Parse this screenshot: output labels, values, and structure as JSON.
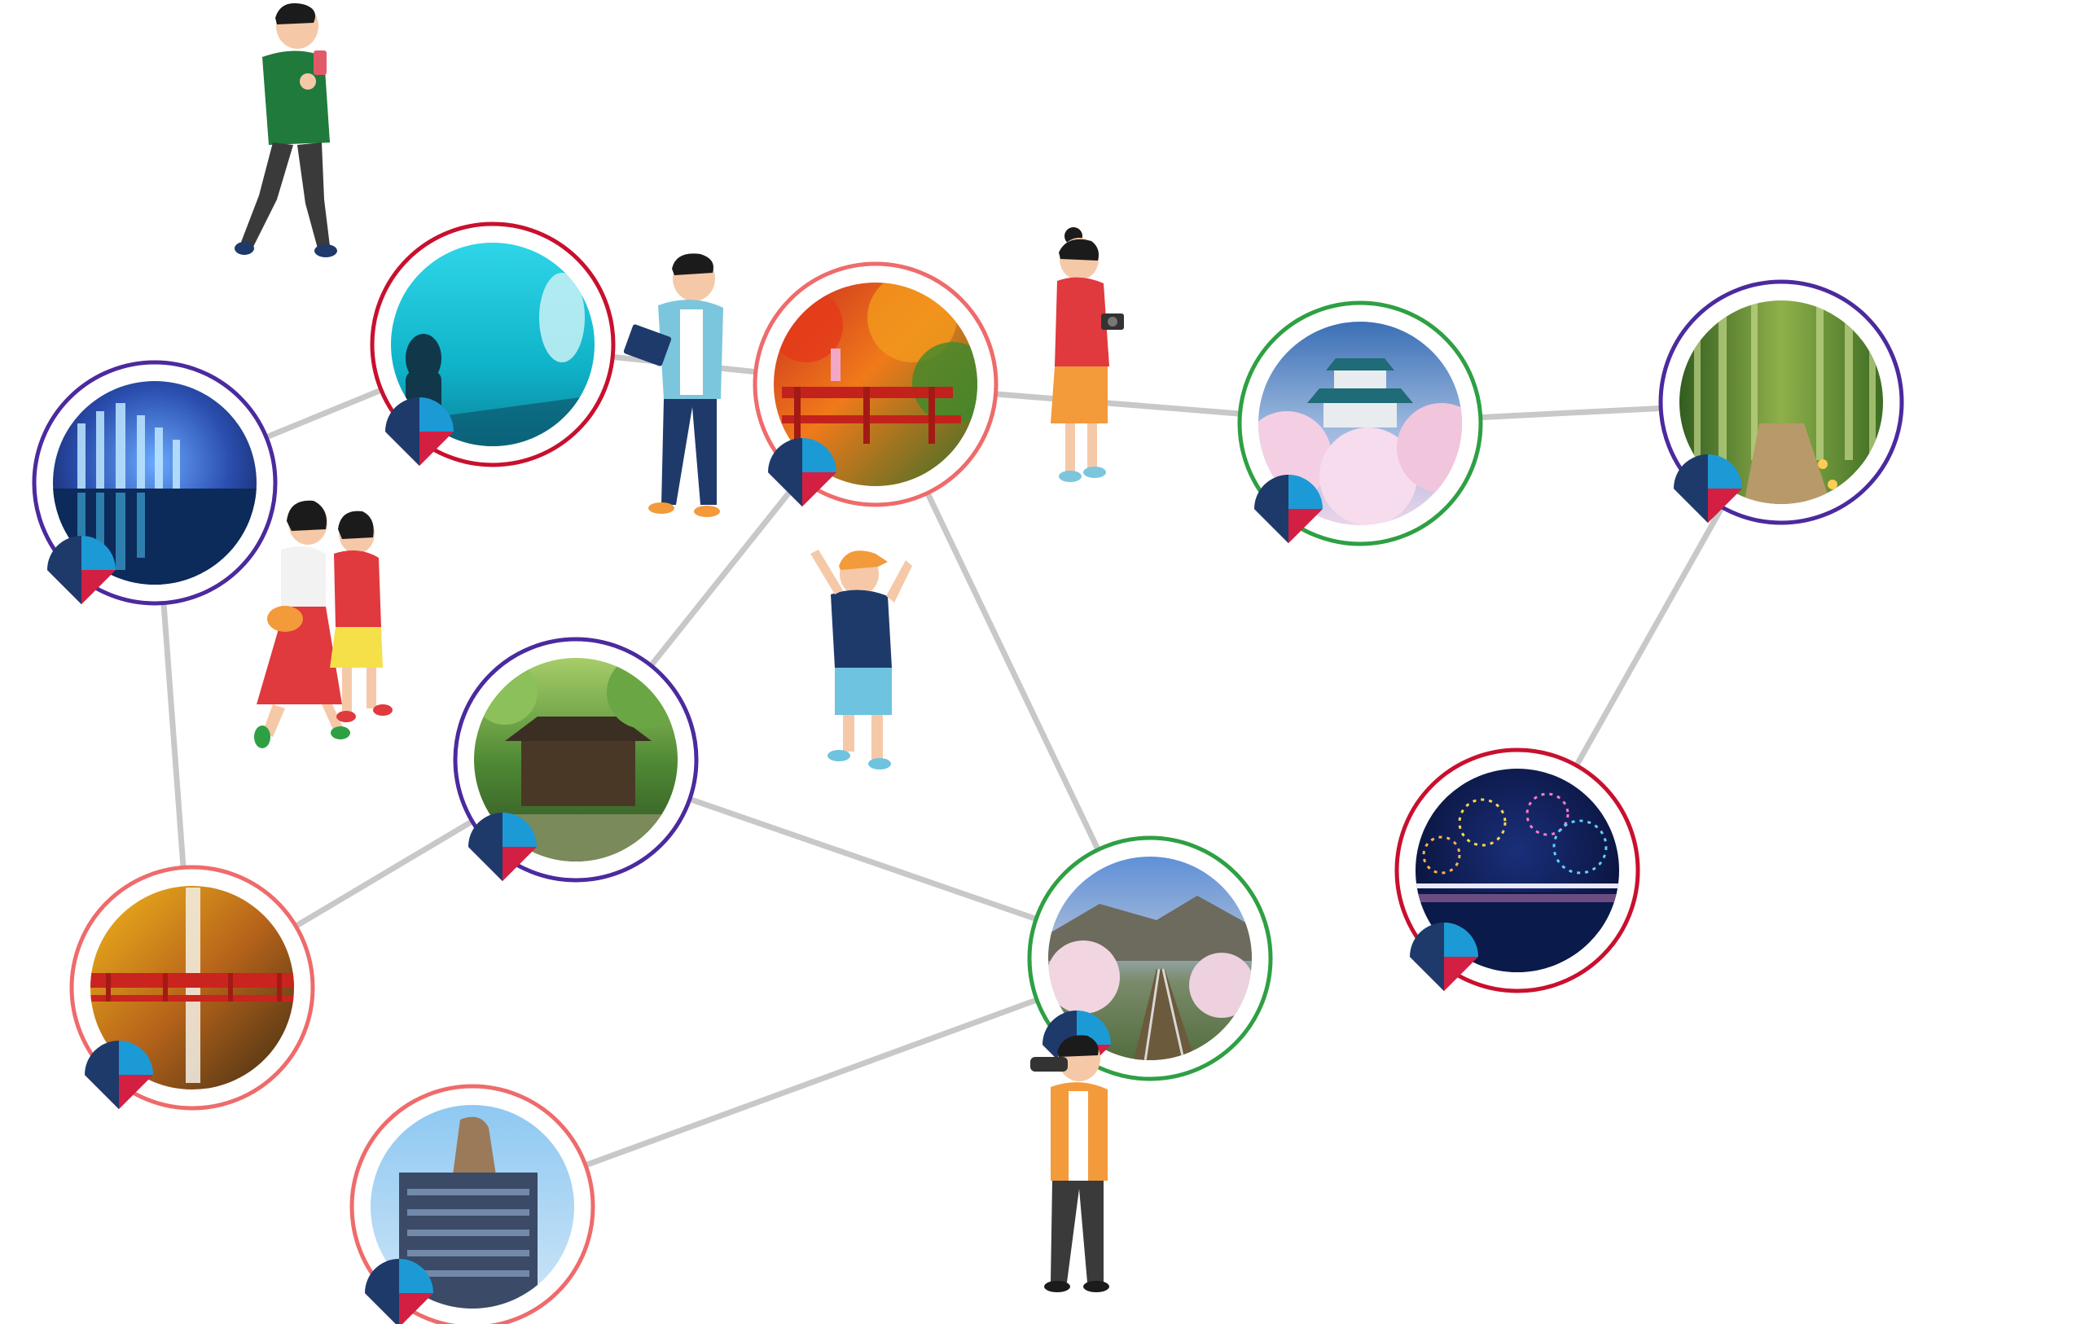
{
  "scene": {
    "type": "travel-network-illustration",
    "link_color": "#c8c8c8",
    "pin_colors": {
      "top": "#1c9ad6",
      "left": "#1e3a6b",
      "right": "#d31f42"
    },
    "ring_colors": {
      "purple": "#4b2a9e",
      "red": "#c8102e",
      "salmon": "#ef6b6b",
      "green": "#2ea043"
    }
  },
  "spots": [
    {
      "id": "light-installation-lake",
      "ring": "purple",
      "photo": "night-lights-over-water"
    },
    {
      "id": "aquarium",
      "ring": "red",
      "photo": "aquarium-tank-with-dolphin"
    },
    {
      "id": "red-bridge-autumn",
      "ring": "salmon",
      "photo": "red-bridge-autumn-maple"
    },
    {
      "id": "castle-cherry-blossom",
      "ring": "green",
      "photo": "castle-with-cherry-blossoms"
    },
    {
      "id": "bamboo-path",
      "ring": "purple",
      "photo": "bamboo-forest-lantern-path"
    },
    {
      "id": "forest-temple",
      "ring": "purple",
      "photo": "temple-in-green-forest"
    },
    {
      "id": "waterfall-bridge",
      "ring": "salmon",
      "photo": "waterfall-and-red-bridge"
    },
    {
      "id": "railway-cherry",
      "ring": "green",
      "photo": "railway-with-cherry-trees"
    },
    {
      "id": "fireworks-bay",
      "ring": "red",
      "photo": "fireworks-over-bridge"
    },
    {
      "id": "modern-building",
      "ring": "salmon",
      "photo": "modern-tower-building"
    }
  ],
  "people": [
    {
      "id": "man-drinking",
      "shirt": "#1f7a3c"
    },
    {
      "id": "man-reading-guidebook",
      "shirt": "#7cc6dd"
    },
    {
      "id": "woman-with-camera",
      "shirt": "#e0393e"
    },
    {
      "id": "two-girls-walking",
      "shirt": "#e0393e"
    },
    {
      "id": "cheering-kid",
      "shirt": "#1e3a6b"
    },
    {
      "id": "man-with-binoculars",
      "shirt": "#f39a3a"
    }
  ]
}
